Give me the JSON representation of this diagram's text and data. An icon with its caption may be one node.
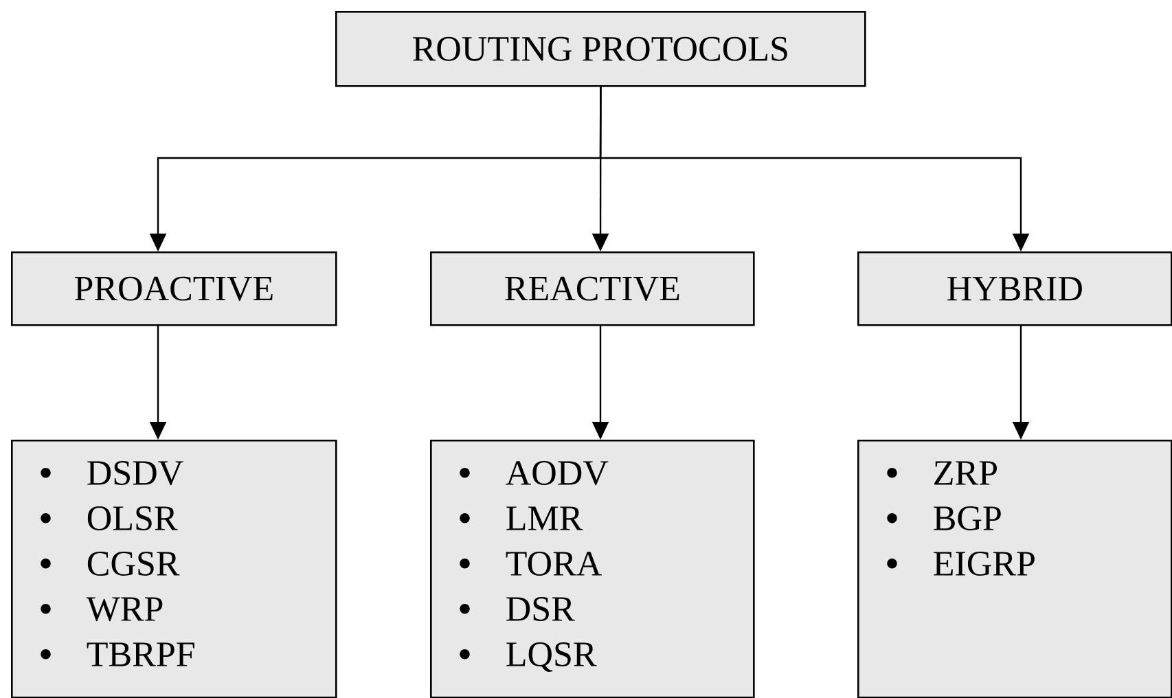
{
  "diagram": {
    "nodes": [
      {
        "text": [
          "ROUTING PROTOCOLS"
        ]
      },
      {
        "text": [
          "PROACTIVE"
        ]
      },
      {
        "text": [
          "REACTIVE"
        ]
      },
      {
        "text": [
          "HYBRID"
        ]
      },
      {
        "text": [
          "DSDV",
          "OLSR",
          "CGSR",
          "WRP",
          "TBRPF"
        ]
      },
      {
        "text": [
          "AODV",
          "LMR",
          "TORA",
          "DSR",
          "LQSR"
        ]
      },
      {
        "text": [
          "ZRP",
          "BGP",
          "EIGRP"
        ]
      }
    ],
    "edges": [
      {
        "from": 0,
        "to": 1,
        "arrow": "to"
      },
      {
        "from": 0,
        "to": 2,
        "arrow": "to"
      },
      {
        "from": 0,
        "to": 3,
        "arrow": "to"
      },
      {
        "from": 1,
        "to": 4,
        "arrow": "to"
      },
      {
        "from": 2,
        "to": 5,
        "arrow": "to"
      },
      {
        "from": 3,
        "to": 6,
        "arrow": "to"
      }
    ]
  }
}
